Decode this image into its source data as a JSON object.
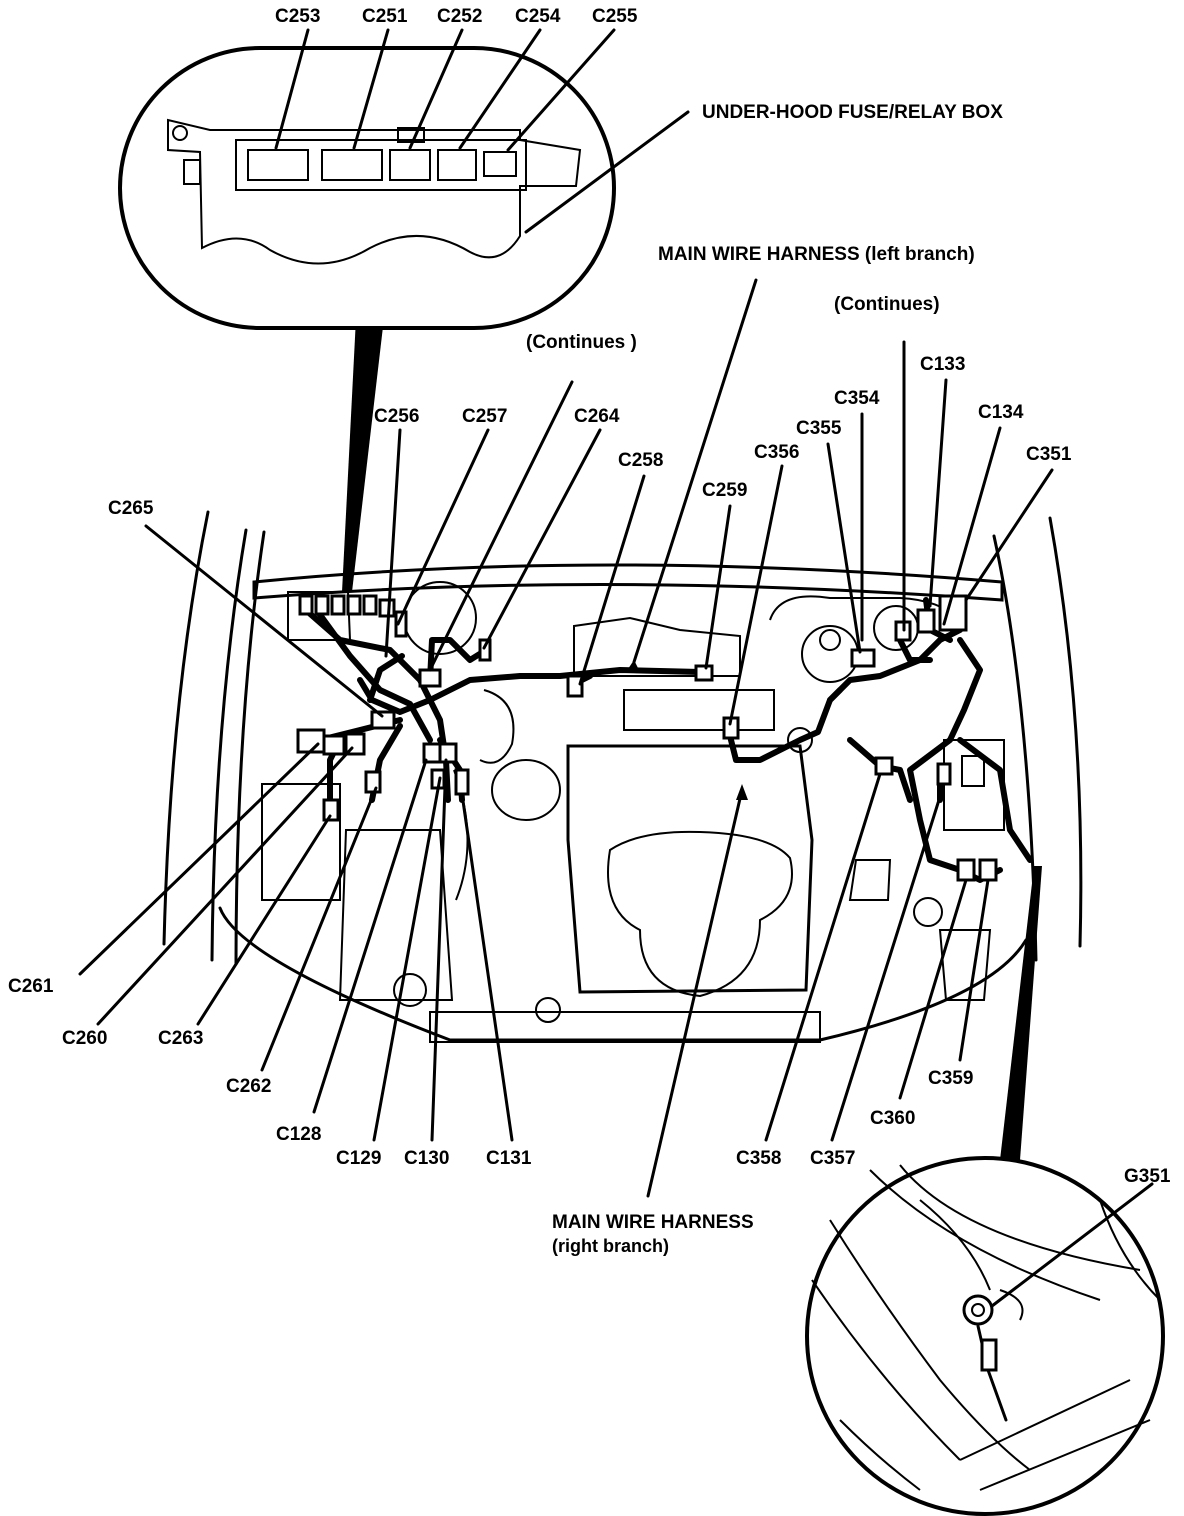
{
  "fuse_box_callout": {
    "title": "UNDER-HOOD FUSE/RELAY BOX",
    "connectors": [
      "C253",
      "C251",
      "C252",
      "C254",
      "C255"
    ]
  },
  "continues_left": "(Continues )",
  "continues_right": "(Continues)",
  "harness_left": "MAIN WIRE HARNESS (left branch)",
  "harness_right_line1": "MAIN WIRE HARNESS",
  "harness_right_line2": "(right branch)",
  "connectors": {
    "c256": "C256",
    "c257": "C257",
    "c264": "C264",
    "c265": "C265",
    "c258": "C258",
    "c259": "C259",
    "c356": "C356",
    "c355": "C355",
    "c354": "C354",
    "c133": "C133",
    "c134": "C134",
    "c351": "C351",
    "c261": "C261",
    "c260": "C260",
    "c263": "C263",
    "c262": "C262",
    "c128": "C128",
    "c129": "C129",
    "c130": "C130",
    "c131": "C131",
    "c358": "C358",
    "c357": "C357",
    "c360": "C360",
    "c359": "C359"
  },
  "ground_callout": {
    "label": "G351"
  }
}
